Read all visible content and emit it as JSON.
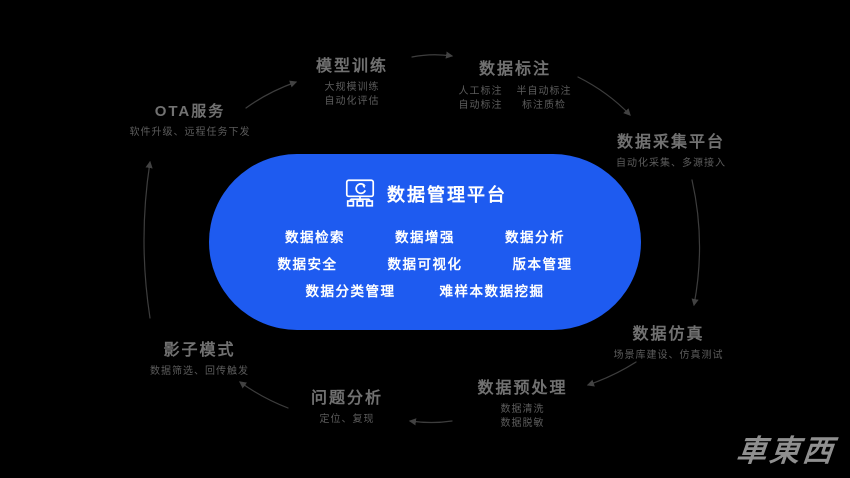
{
  "canvas": {
    "background": "#000000",
    "accent": "#1E5BF0"
  },
  "center": {
    "title": "数据管理平台",
    "rows": [
      [
        "数据检索",
        "数据增强",
        "数据分析"
      ],
      [
        "数据安全",
        "数据可视化",
        "版本管理"
      ],
      [
        "数据分类管理",
        "难样本数据挖掘"
      ]
    ]
  },
  "nodes": {
    "ota": {
      "title": "OTA服务",
      "sub": "软件升级、远程任务下发"
    },
    "training": {
      "title": "模型训练",
      "lines": [
        "大规模训练",
        "自动化评估"
      ]
    },
    "annotation": {
      "title": "数据标注",
      "cols": [
        [
          "人工标注",
          "自动标注"
        ],
        [
          "半自动标注",
          "标注质检"
        ]
      ]
    },
    "collection": {
      "title": "数据采集平台",
      "sub": "自动化采集、多源接入"
    },
    "simulation": {
      "title": "数据仿真",
      "sub": "场景库建设、仿真测试"
    },
    "preprocess": {
      "title": "数据预处理",
      "lines": [
        "数据清洗",
        "数据脱敏"
      ]
    },
    "analysis": {
      "title": "问题分析",
      "sub": "定位、复现"
    },
    "shadow": {
      "title": "影子模式",
      "sub": "数据筛选、回传触发"
    }
  },
  "watermark": "車東西"
}
